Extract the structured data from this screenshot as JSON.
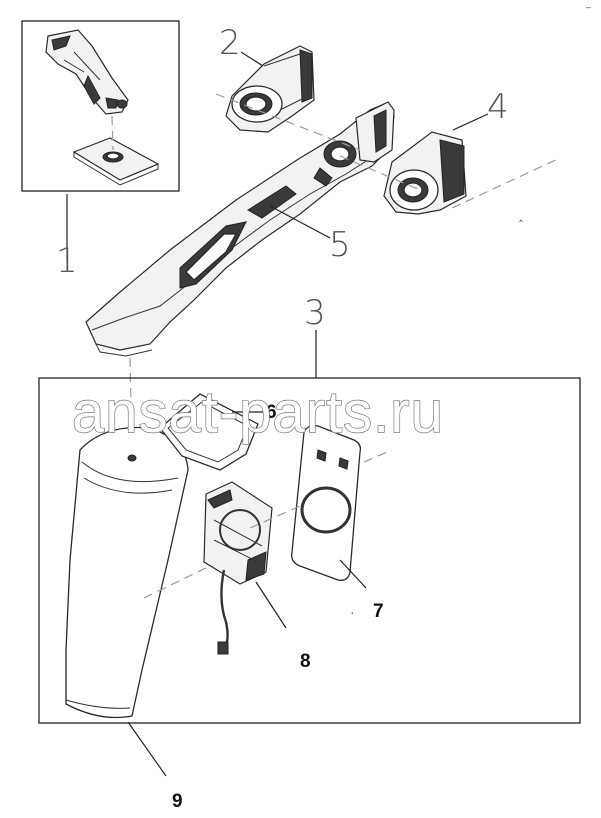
{
  "callouts": {
    "c1": "1",
    "c2": "2",
    "c3": "3",
    "c4": "4",
    "c5": "5",
    "c6": "6",
    "c7": "7",
    "c8": "8",
    "c9": "9"
  },
  "watermark": "ansat-parts.ru",
  "corner_mark": "–"
}
